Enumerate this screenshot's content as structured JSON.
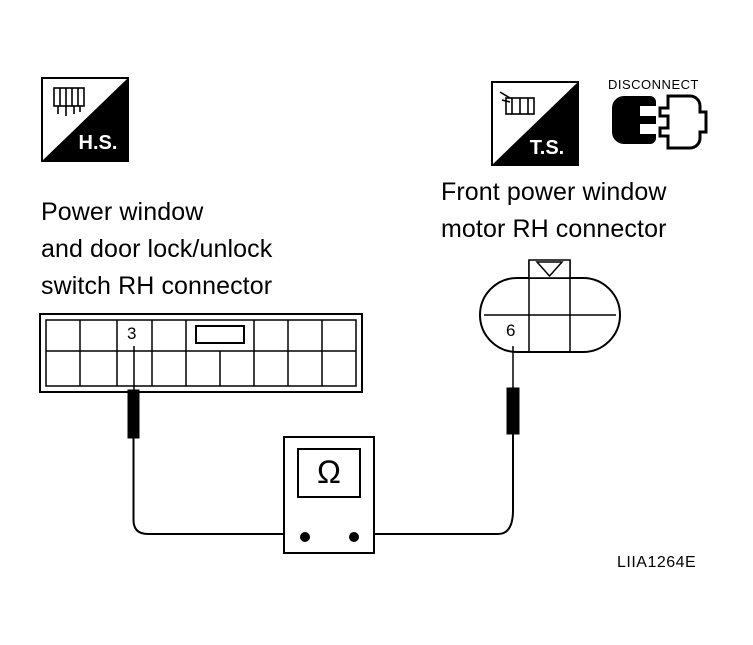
{
  "left_icon": {
    "text": "H.S.",
    "icon": "harness-side-connector-icon"
  },
  "right_icon": {
    "text": "T.S.",
    "icon": "terminal-side-connector-icon"
  },
  "disconnect": {
    "text": "DISCONNECT",
    "icon": "disconnect-connector-icon"
  },
  "left_connector": {
    "lines": [
      "Power window",
      "and door lock/unlock",
      "switch RH connector"
    ],
    "terminal": "3"
  },
  "right_connector": {
    "lines": [
      "Front power window",
      "motor RH connector"
    ],
    "terminal": "6"
  },
  "meter": {
    "symbol": "Ω",
    "icon": "ohmmeter-icon"
  },
  "figure_code": "LIIA1264E"
}
